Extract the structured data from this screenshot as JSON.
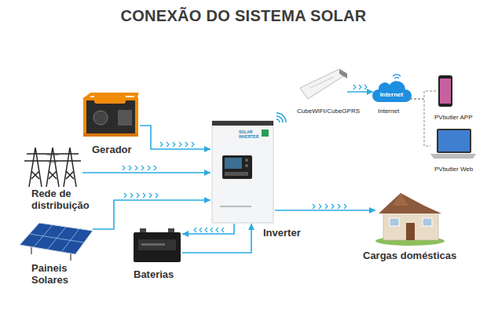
{
  "diagram": {
    "title": "CONEXÃO DO SISTEMA SOLAR",
    "nodes": [
      {
        "text": [
          "Gerador"
        ]
      },
      {
        "text": [
          "Rede de distribuição"
        ]
      },
      {
        "text": [
          "Paineis Solares"
        ]
      },
      {
        "text": [
          "Baterias"
        ]
      },
      {
        "text": [
          "SOLAR INVERTER",
          "Inverter"
        ]
      },
      {
        "text": [
          "CubeWIFI/CubeGPRS"
        ]
      },
      {
        "text": [
          "Internet",
          "Internet"
        ]
      },
      {
        "text": [
          "PVbutler APP"
        ]
      },
      {
        "text": [
          "PVbutler Web"
        ]
      },
      {
        "text": [
          "Cargas domésticas"
        ]
      }
    ],
    "edges": [
      {
        "from": 0,
        "to": 4,
        "arrow": "to"
      },
      {
        "from": 1,
        "to": 4,
        "arrow": "to"
      },
      {
        "from": 2,
        "to": 4,
        "arrow": "to"
      },
      {
        "from": 4,
        "to": 3,
        "arrow": "to"
      },
      {
        "from": 3,
        "to": 4,
        "arrow": "to"
      },
      {
        "from": 4,
        "to": 9,
        "arrow": "to"
      },
      {
        "from": 5,
        "to": 6,
        "arrow": "to"
      },
      {
        "from": 6,
        "to": 7,
        "arrow": "none"
      },
      {
        "from": 6,
        "to": 8,
        "arrow": "none"
      }
    ]
  }
}
